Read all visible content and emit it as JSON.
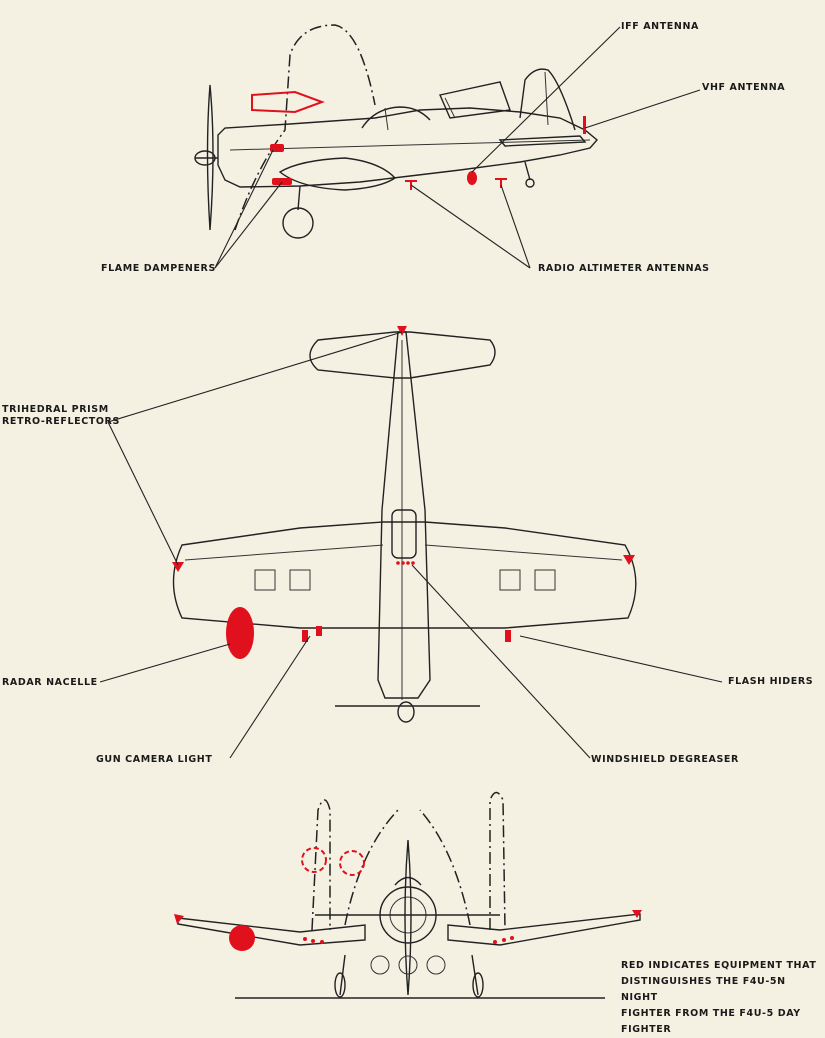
{
  "side_view": {
    "iff_antenna": "IFF ANTENNA",
    "vhf_antenna": "VHF ANTENNA",
    "flame_dampeners": "FLAME DAMPENERS",
    "radio_altimeter_antennas": "RADIO ALTIMETER ANTENNAS"
  },
  "top_view": {
    "retro_reflectors_line1": "TRIHEDRAL PRISM",
    "retro_reflectors_line2": "RETRO-REFLECTORS",
    "radar_nacelle": "RADAR NACELLE",
    "flash_hiders": "FLASH HIDERS",
    "gun_camera_light": "GUN CAMERA LIGHT",
    "windshield_degreaser": "WINDSHIELD DEGREASER"
  },
  "note": {
    "line1": "RED INDICATES EQUIPMENT THAT",
    "line2": "DISTINGUISHES THE F4U-5N NIGHT",
    "line3": "FIGHTER FROM THE F4U-5 DAY",
    "line4": "FIGHTER"
  },
  "colors": {
    "paper": "#f4f1e3",
    "ink": "#222222",
    "highlight_red": "#e0101c"
  }
}
